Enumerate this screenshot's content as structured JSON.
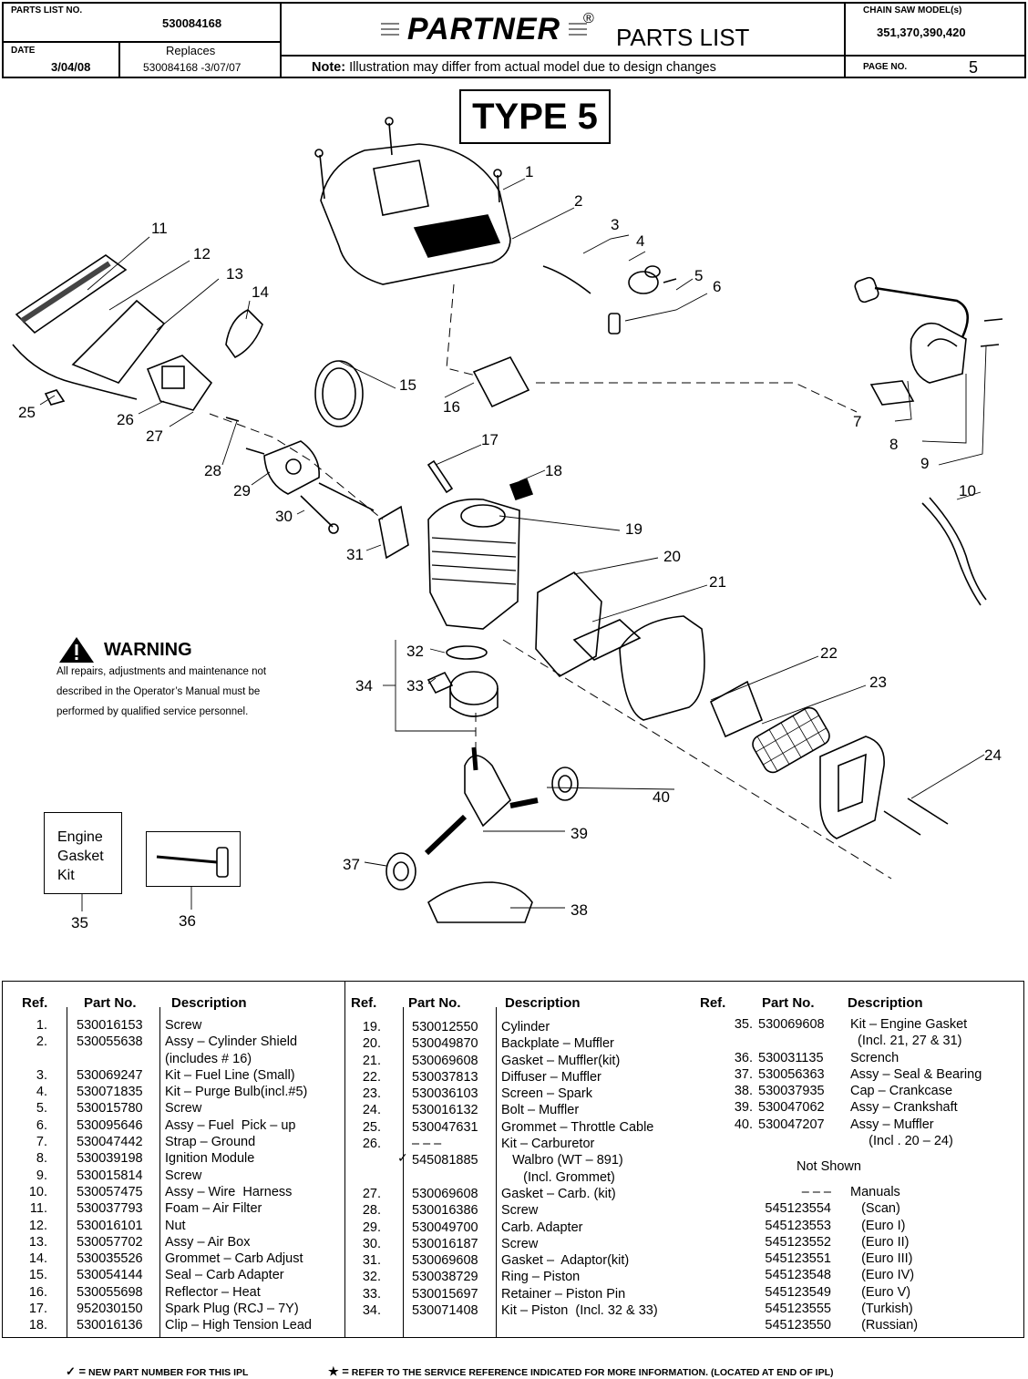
{
  "header": {
    "parts_list_no_label": "PARTS LIST NO.",
    "parts_list_no": "530084168",
    "date_label": "DATE",
    "date": "3/04/08",
    "replaces_label": "Replaces",
    "replaces": "530084168 -3/07/07",
    "brand": "PARTNER",
    "registered": "®",
    "doc_title": "PARTS LIST",
    "note_label": "Note:",
    "note": "Illustration may differ from actual model due to design changes",
    "model_label": "CHAIN SAW MODEL(s)",
    "models": "351,370,390,420",
    "page_label": "PAGE   NO.",
    "page_no": "5"
  },
  "diagram": {
    "type_label": "TYPE 5",
    "callouts": [
      "1",
      "2",
      "3",
      "4",
      "5",
      "6",
      "7",
      "8",
      "9",
      "10",
      "11",
      "12",
      "13",
      "14",
      "15",
      "16",
      "17",
      "18",
      "19",
      "20",
      "21",
      "22",
      "23",
      "24",
      "25",
      "26",
      "27",
      "28",
      "29",
      "30",
      "31",
      "32",
      "33",
      "34",
      "35",
      "36",
      "37",
      "38",
      "39",
      "40"
    ],
    "warning_title": "WARNING",
    "warning_text": "All repairs, adjustments and maintenance not described in the Operator’s Manual must be performed by qualified  service personnel.",
    "kit_label_1": "Engine",
    "kit_label_2": "Gasket",
    "kit_label_3": "Kit"
  },
  "table": {
    "headers": {
      "ref": "Ref.",
      "part_no": "Part No.",
      "description": "Description"
    },
    "col1_ref": "1.\n2.\n\n3.\n4.\n5.\n6.\n7.\n8.\n9.\n10.\n11.\n12.\n13.\n14.\n15.\n16.\n17.\n18.",
    "col1_part": "530016153\n530055638\n\n530069247\n530071835\n530015780\n530095646\n530047442\n530039198\n530015814\n530057475\n530037793\n530016101\n530057702\n530035526\n530054144\n530055698\n952030150\n530016136",
    "col1_desc": "Screw\nAssy – Cylinder Shield\n(includes # 16)\nKit – Fuel Line (Small)\nKit – Purge Bulb(incl.#5)\nScrew\nAssy – Fuel  Pick – up\nStrap – Ground\nIgnition Module\nScrew\nAssy – Wire  Harness\nFoam – Air Filter\nNut\nAssy – Air Box\nGrommet – Carb Adjust\nSeal – Carb Adapter\nReflector – Heat\nSpark Plug (RCJ – 7Y)\nClip – High Tension Lead",
    "col2_ref": "19.\n20.\n21.\n22.\n23.\n24.\n25.\n26.\n\n\n27.\n28.\n29.\n30.\n31.\n32.\n33.\n34.",
    "col2_part": "530012550\n530049870\n530069608\n530037813\n530036103\n530016132\n530047631\n– – –\n545081885\n\n530069608\n530016386\n530049700\n530016187\n530069608\n530038729\n530015697\n530071408",
    "col2_desc": "Cylinder\nBackplate – Muffler\nGasket – Muffler(kit)\nDiffuser – Muffler\nScreen – Spark\nBolt – Muffler\nGrommet – Throttle Cable\nKit – Carburetor\n   Walbro (WT – 891)\n      (Incl. Grommet)\nGasket – Carb. (kit)\nScrew\nCarb. Adapter\nScrew\nGasket –  Adaptor(kit)\nRing – Piston\nRetainer – Piston Pin\nKit – Piston  (Incl. 32 & 33)",
    "col3_ref": "35.\n\n36.\n37.\n38.\n39.\n40.",
    "col3_part": "530069608\n\n530031135\n530056363\n530037935\n530047062\n530047207",
    "col3_desc": "Kit – Engine Gasket\n  (Incl. 21, 27 & 31)\nScrench\nAssy – Seal & Bearing\nCap – Crankcase\nAssy – Crankshaft\nAssy – Muffler\n     (Incl . 20 – 24)",
    "not_shown": "Not Shown",
    "manuals_part": "– – –\n545123554\n545123553\n545123552\n545123551\n545123548\n545123549\n545123555\n545123550",
    "manuals_desc": "Manuals\n   (Scan)\n   (Euro I)\n   (Euro II)\n   (Euro III)\n   (Euro IV)\n   (Euro V)\n   (Turkish)\n   (Russian)"
  },
  "footer": {
    "new_part_symbol": "✓ =",
    "new_part_text": "NEW PART NUMBER FOR THIS  IPL",
    "ref_symbol": "★ =",
    "ref_text": "REFER TO THE SERVICE REFERENCE  INDICATED FOR MORE INFORMATION. (LOCATED AT END OF IPL)"
  }
}
